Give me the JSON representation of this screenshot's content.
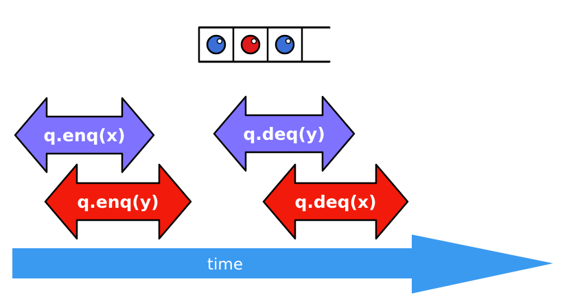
{
  "queue": {
    "slots": [
      {
        "item": "ball",
        "color": "#3b6fd8"
      },
      {
        "item": "ball",
        "color": "#e01a1a"
      },
      {
        "item": "ball",
        "color": "#3b6fd8"
      },
      {
        "item": "empty",
        "color": ""
      }
    ]
  },
  "operations": [
    {
      "label": "q.enq(x)",
      "color": "#7f72ff"
    },
    {
      "label": "q.enq(y)",
      "color": "#f21a0a"
    },
    {
      "label": "q.deq(y)",
      "color": "#7f72ff"
    },
    {
      "label": "q.deq(x)",
      "color": "#f21a0a"
    }
  ],
  "timeline": {
    "label": "time",
    "color": "#3a9af0"
  },
  "colors": {
    "outline": "#000000",
    "text": "#ffffff",
    "highlight": "#ffffff"
  }
}
